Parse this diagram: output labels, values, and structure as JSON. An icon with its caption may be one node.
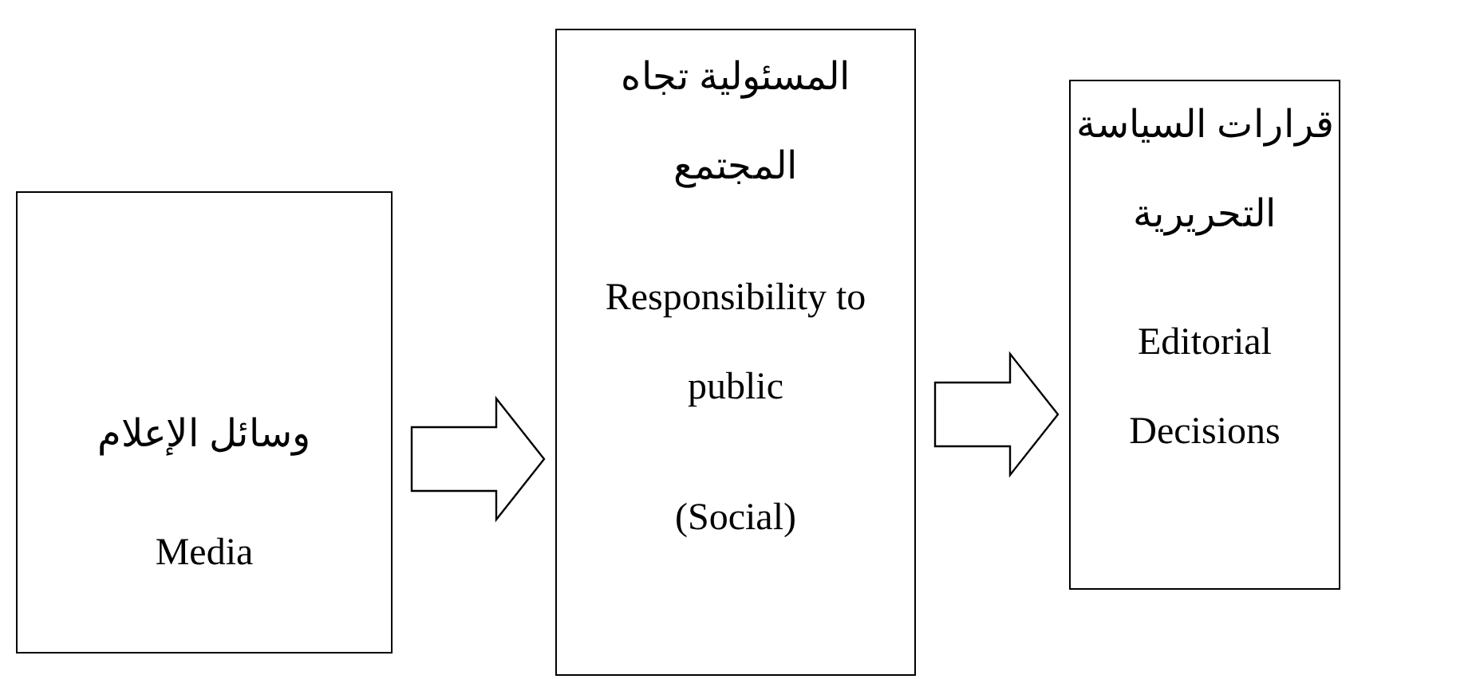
{
  "diagram": {
    "nodes": [
      {
        "text": [
          "وسائل الإعلام",
          "Media"
        ]
      },
      {
        "text": [
          "المسئولية تجاه المجتمع",
          "Responsibility to public",
          "(Social)"
        ]
      },
      {
        "text": [
          "قرارات السياسة التحريرية",
          "Editorial Decisions"
        ]
      }
    ],
    "edges": [
      {
        "from": 0,
        "to": 1,
        "arrow": "to"
      },
      {
        "from": 1,
        "to": 2,
        "arrow": "to"
      }
    ]
  }
}
